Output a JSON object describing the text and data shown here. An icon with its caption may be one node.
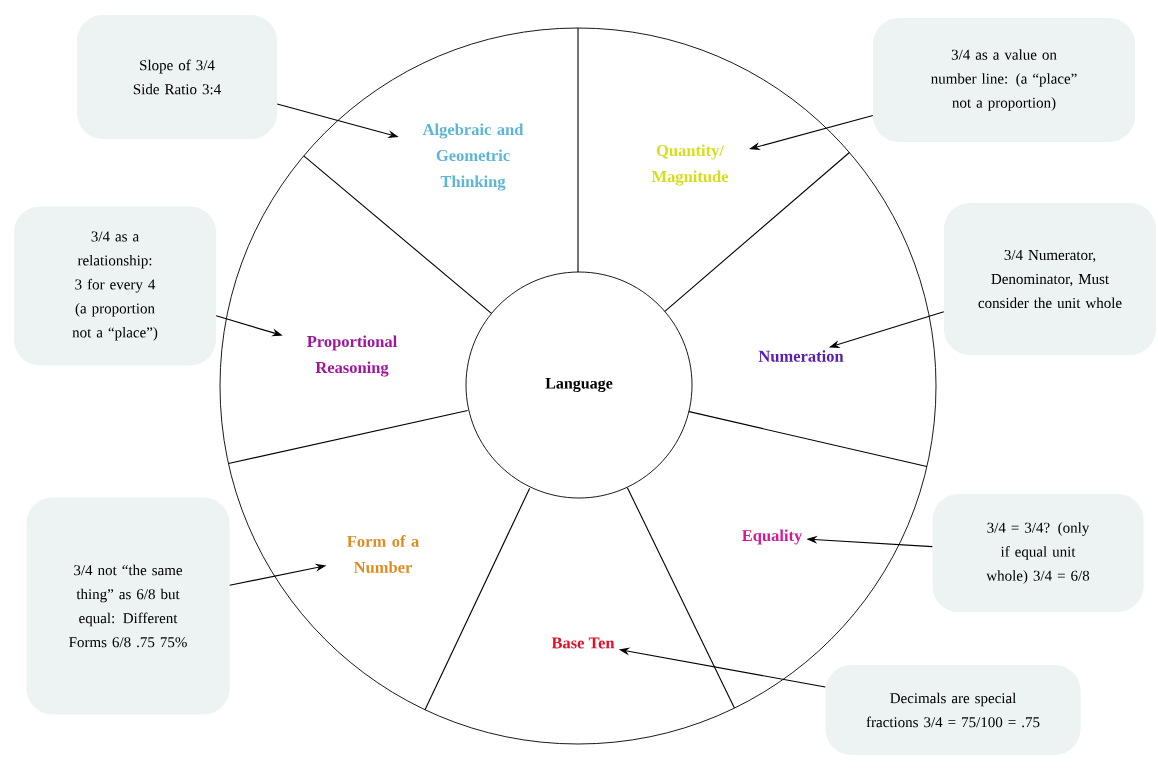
{
  "diagram": {
    "nodes": [
      {
        "text": [
          "Language"
        ]
      },
      {
        "text": [
          "Algebraic and Geometric Thinking"
        ]
      },
      {
        "text": [
          "Quantity/ Magnitude"
        ]
      },
      {
        "text": [
          "Numeration"
        ]
      },
      {
        "text": [
          "Equality"
        ]
      },
      {
        "text": [
          "Base Ten"
        ]
      },
      {
        "text": [
          "Form of a Number"
        ]
      },
      {
        "text": [
          "Proportional Reasoning"
        ]
      },
      {
        "text": [
          "Slope of 3/4 Side Ratio 3:4"
        ]
      },
      {
        "text": [
          "3/4 as a value on number line: (a “place” not a proportion)"
        ]
      },
      {
        "text": [
          "3/4 Numerator, Denominator, Must consider the unit whole"
        ]
      },
      {
        "text": [
          "3/4 = 3/4? (only if equal unit whole) 3/4 = 6/8"
        ]
      },
      {
        "text": [
          "Decimals are special fractions 3/4 = 75/100 = .75"
        ]
      },
      {
        "text": [
          "3/4 not “the same thing” as 6/8 but equal: Different Forms 6/8 .75 75%"
        ]
      },
      {
        "text": [
          "3/4 as a relationship: 3 for every 4 (a proportion not a “place”)"
        ]
      }
    ],
    "edges": [
      {
        "from": 8,
        "to": 1,
        "arrow": "to"
      },
      {
        "from": 9,
        "to": 2,
        "arrow": "to"
      },
      {
        "from": 10,
        "to": 3,
        "arrow": "to"
      },
      {
        "from": 11,
        "to": 4,
        "arrow": "to"
      },
      {
        "from": 12,
        "to": 5,
        "arrow": "to"
      },
      {
        "from": 13,
        "to": 6,
        "arrow": "to"
      },
      {
        "from": 14,
        "to": 7,
        "arrow": "to"
      }
    ]
  }
}
